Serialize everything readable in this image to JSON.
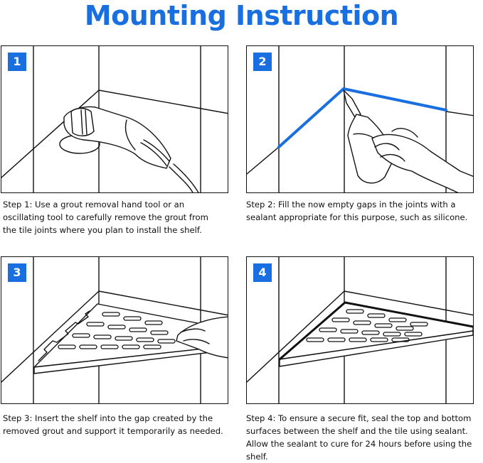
{
  "page": {
    "title": "Mounting Instruction"
  },
  "steps": [
    {
      "number": "1",
      "lines": [
        "Step 1: Use a grout removal hand tool or an",
        "oscillating tool to carefully remove the grout from",
        "the tile joints where you plan to install the shelf."
      ]
    },
    {
      "number": "2",
      "lines": [
        "Step 2: Fill the now empty gaps in the joints with a",
        "sealant appropriate for this purpose, such as silicone."
      ]
    },
    {
      "number": "3",
      "lines": [
        "Step 3: Insert the shelf into the gap created by the",
        "removed grout and support it temporarily as needed."
      ]
    },
    {
      "number": "4",
      "lines": [
        "Step 4: To ensure a secure fit, seal the top and bottom",
        "surfaces between the shelf and the tile using sealant.",
        "Allow the sealant to cure for 24 hours before using the",
        "shelf."
      ]
    }
  ],
  "colors": {
    "accent": "#1a6fe0",
    "line": "#111111"
  },
  "icons": {
    "step1": "grout-removal-tool-icon",
    "step2": "sealant-gun-icon",
    "step3": "shelf-insert-hand-icon",
    "step4": "sealed-shelf-icon"
  }
}
